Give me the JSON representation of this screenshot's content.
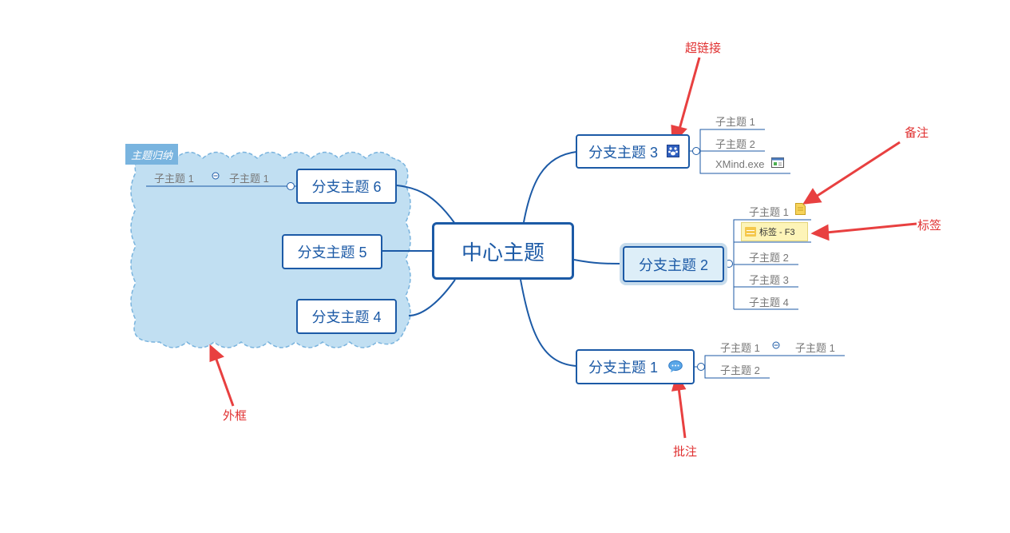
{
  "central": {
    "label": "中心主题"
  },
  "branches": {
    "b1": {
      "label": "分支主题 1",
      "children": [
        "子主题 1",
        "子主题 2"
      ],
      "grandchild": "子主题 1"
    },
    "b2": {
      "label": "分支主题 2",
      "children": [
        "子主题 1",
        "子主题 2",
        "子主题 3",
        "子主题 4"
      ],
      "tag": "标签 - F3"
    },
    "b3": {
      "label": "分支主题 3",
      "children": [
        "子主题 1",
        "子主题 2",
        "XMind.exe"
      ]
    },
    "b4": {
      "label": "分支主题 4"
    },
    "b5": {
      "label": "分支主题 5"
    },
    "b6": {
      "label": "分支主题 6",
      "child": "子主题 1",
      "grandchild": "子主题 1"
    }
  },
  "summary": {
    "label": "主题归纳"
  },
  "annotations": {
    "hyperlink": "超链接",
    "note": "备注",
    "label": "标签",
    "boundary": "外框",
    "comment": "批注"
  },
  "icons": [
    "hyperlink-icon",
    "note-icon",
    "comment-icon",
    "exe-file-icon",
    "label-icon",
    "collapse-icon"
  ],
  "colors": {
    "topic_border": "#1c5aa6",
    "boundary_fill": "#c1dff2",
    "boundary_stroke": "#7ab4de",
    "annotation": "#e03030",
    "label_bg": "#fdf4b8"
  }
}
